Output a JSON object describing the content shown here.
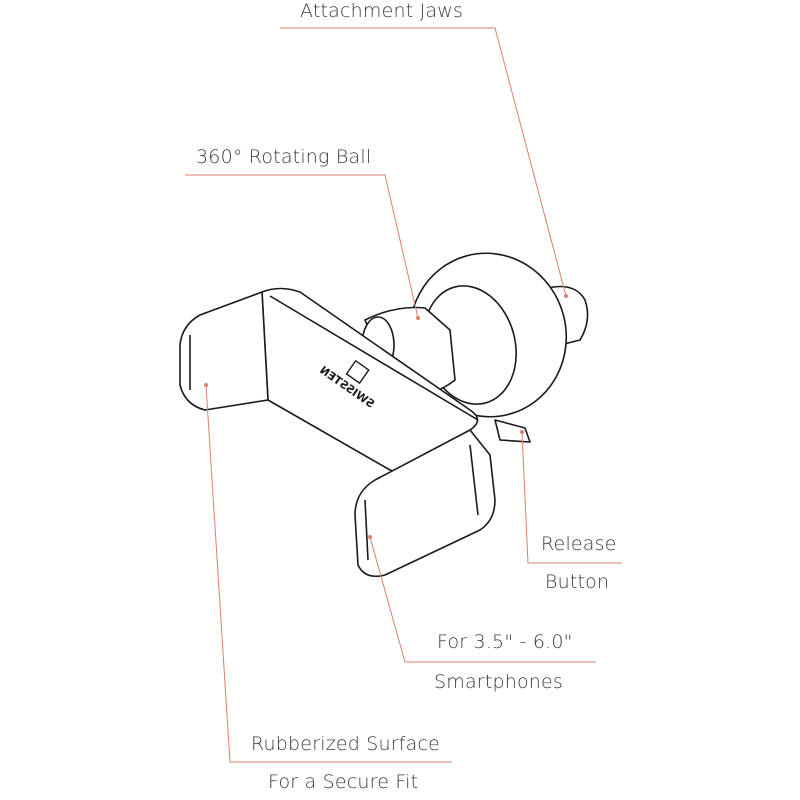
{
  "colors": {
    "leader": "#d9826a",
    "outline": "#1a1a1a"
  },
  "product": {
    "brand_logo": "SWISSTEN"
  },
  "callouts": {
    "attachment_jaws": "Attachment Jaws",
    "rotating_ball": "360° Rotating Ball",
    "release_line1": "Release",
    "release_line2": "Button",
    "size_line1": "For 3.5\" - 6.0\"",
    "size_line2": "Smartphones",
    "surface_line1": "Rubberized Surface",
    "surface_line2": "For a Secure Fit"
  }
}
